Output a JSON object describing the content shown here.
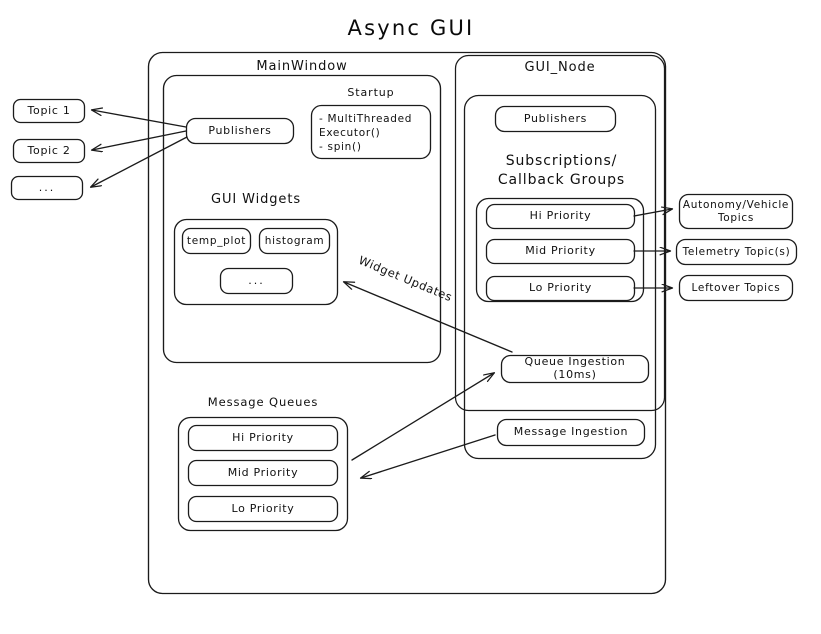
{
  "title": "Async  GUI",
  "colors": {
    "stroke": "#1b1b1b",
    "background": "#ffffff",
    "text": "#101010"
  },
  "left_topics": [
    {
      "label": "Topic 1"
    },
    {
      "label": "Topic 2"
    },
    {
      "label": "..."
    }
  ],
  "main_window": {
    "caption": "MainWindow",
    "publishers": {
      "label": "Publishers"
    },
    "startup": {
      "caption": "Startup",
      "items_text": "-  MultiThreaded\n    Executor()\n-  spin()"
    },
    "gui_widgets": {
      "caption": "GUI Widgets",
      "widgets": [
        {
          "label": "temp_plot"
        },
        {
          "label": "histogram"
        },
        {
          "label": "..."
        }
      ]
    },
    "message_queues": {
      "caption": "Message Queues",
      "queues": [
        {
          "label": "Hi Priority"
        },
        {
          "label": "Mid Priority"
        },
        {
          "label": "Lo Priority"
        }
      ]
    }
  },
  "gui_node": {
    "caption": "GUI_Node",
    "publishers": {
      "label": "Publishers"
    },
    "subscriptions": {
      "caption": "Subscriptions/\nCallback Groups",
      "groups": [
        {
          "label": "Hi Priority"
        },
        {
          "label": "Mid Priority"
        },
        {
          "label": "Lo Priority"
        }
      ]
    },
    "queue_ingestion": {
      "label": "Queue Ingestion (10ms)"
    },
    "message_ingestion": {
      "label": "Message Ingestion"
    }
  },
  "right_topics": [
    {
      "label": "Autonomy/Vehicle\nTopics"
    },
    {
      "label": "Telemetry Topic(s)"
    },
    {
      "label": "Leftover Topics"
    }
  ],
  "edge_labels": [
    {
      "label": "Widget Updates"
    }
  ]
}
